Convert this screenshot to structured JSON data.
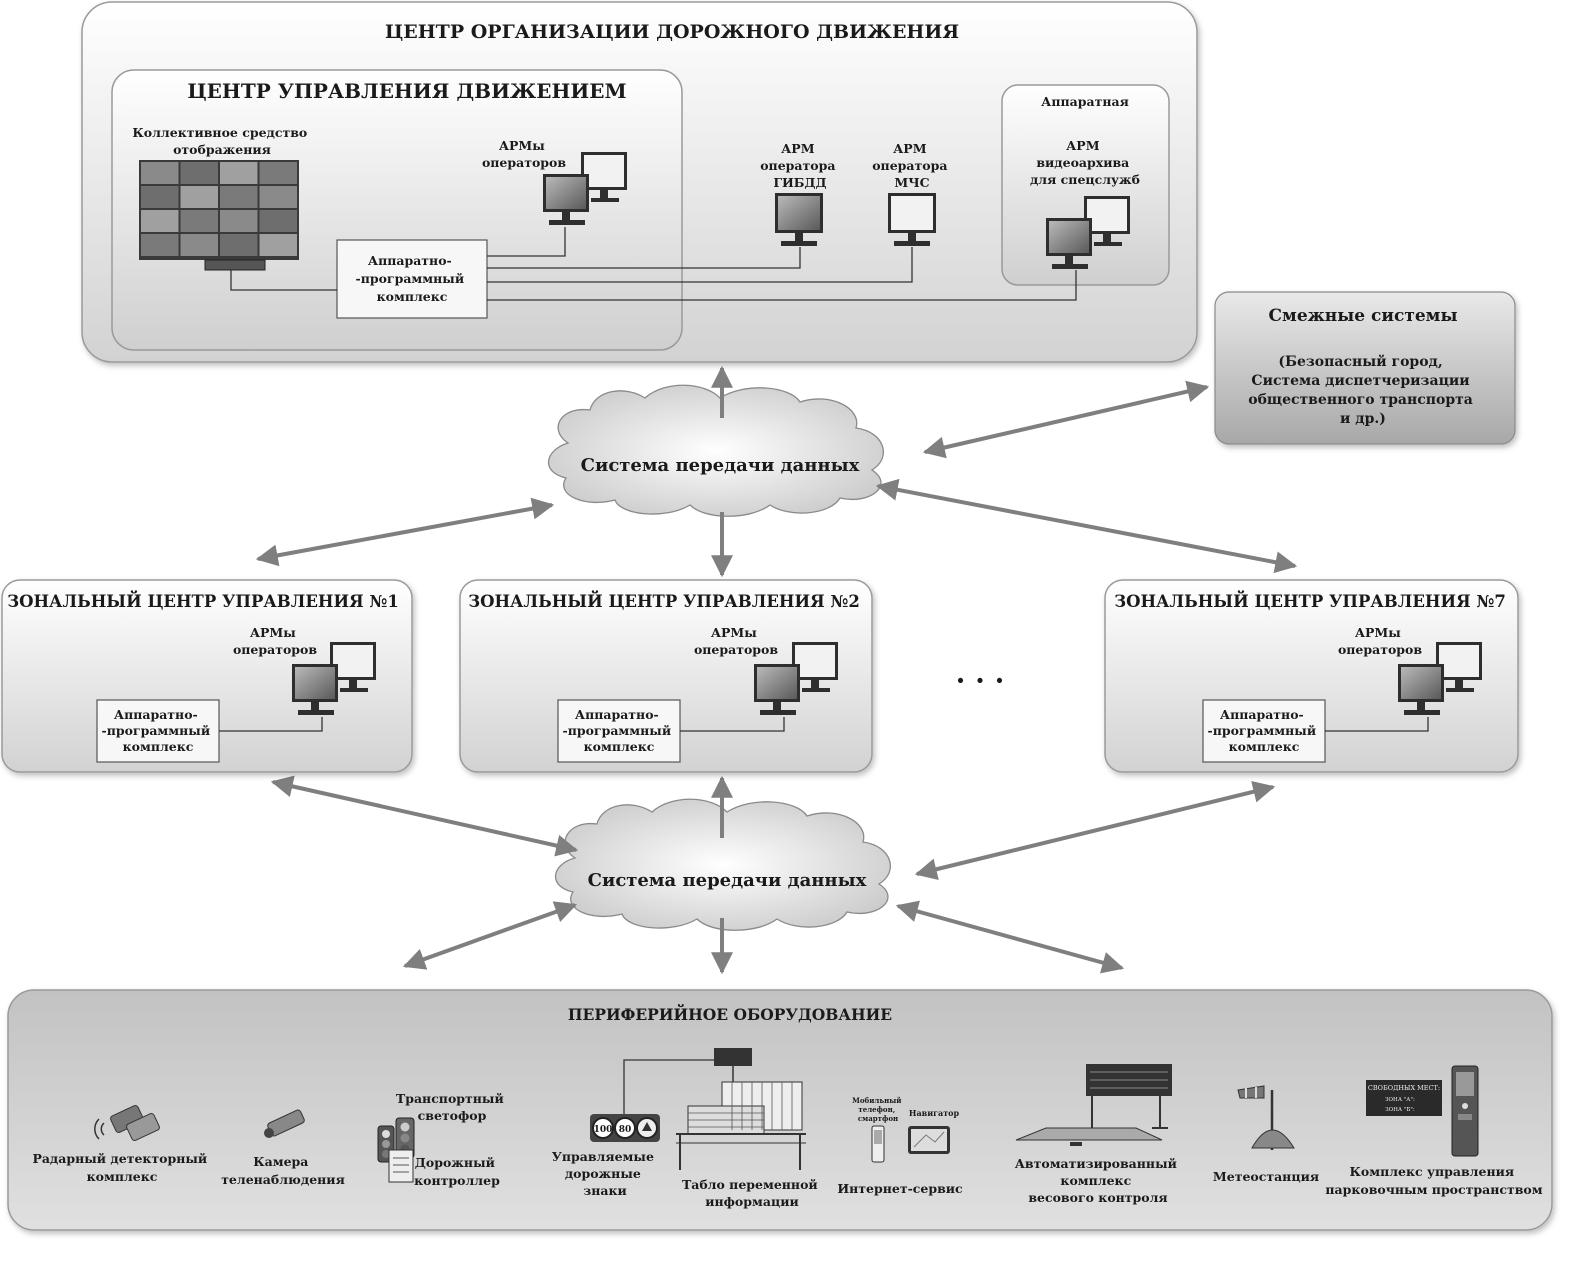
{
  "center": {
    "title": "ЦЕНТР ОРГАНИЗАЦИИ ДОРОЖНОГО ДВИЖЕНИЯ",
    "tmc": {
      "title": "ЦЕНТР УПРАВЛЕНИЯ ДВИЖЕНИЕМ",
      "display_label": [
        "Коллективное средство",
        "отображения"
      ],
      "operators_label": [
        "АРМы",
        "операторов"
      ],
      "hw_label": [
        "Аппаратно-",
        "-программный",
        "комплекс"
      ]
    },
    "gibdd_label": [
      "АРМ",
      "оператора",
      "ГИБДД"
    ],
    "mchs_label": [
      "АРМ",
      "оператора",
      "МЧС"
    ],
    "hardware_room": {
      "title": "Аппаратная",
      "label": [
        "АРМ",
        "видеоархива",
        "для спецслужб"
      ]
    }
  },
  "adjacent": {
    "title": "Смежные системы",
    "lines": [
      "(Безопасный город,",
      "Система диспетчеризации",
      "общественного транспорта",
      "и др.)"
    ]
  },
  "network_top": "Система передачи данных",
  "network_bottom": "Система передачи данных",
  "zones": [
    {
      "title": "ЗОНАЛЬНЫЙ  ЦЕНТР  УПРАВЛЕНИЯ №1",
      "operators": [
        "АРМы",
        "операторов"
      ],
      "hw": [
        "Аппаратно-",
        "-программный",
        "комплекс"
      ]
    },
    {
      "title": "ЗОНАЛЬНЫЙ  ЦЕНТР  УПРАВЛЕНИЯ №2",
      "operators": [
        "АРМы",
        "операторов"
      ],
      "hw": [
        "Аппаратно-",
        "-программный",
        "комплекс"
      ]
    },
    {
      "title": "ЗОНАЛЬНЫЙ  ЦЕНТР  УПРАВЛЕНИЯ №7",
      "operators": [
        "АРМы",
        "операторов"
      ],
      "hw": [
        "Аппаратно-",
        "-программный",
        "комплекс"
      ]
    }
  ],
  "ellipsis": "· · ·",
  "peripheral": {
    "title": "ПЕРИФЕРИЙНОЕ ОБОРУДОВАНИЕ",
    "radar": [
      "Радарный детекторный",
      "комплекс"
    ],
    "camera": [
      "Камера",
      "теленаблюдения"
    ],
    "traffic_light": [
      "Транспортный",
      "светофор"
    ],
    "controller": [
      "Дорожный",
      "контроллер"
    ],
    "signs": [
      "Управляемые",
      "дорожные",
      "знаки"
    ],
    "sign_values": [
      "100",
      "80"
    ],
    "vms": [
      "Табло переменной",
      "информации"
    ],
    "phone": [
      "Мобильный",
      "телефон,",
      "смартфон"
    ],
    "navigator": "Навигатор",
    "internet": "Интернет-сервис",
    "weigh": [
      "Автоматизированный",
      "комплекс",
      "весового контроля"
    ],
    "weather": "Метеостанция",
    "parking": [
      "Комплекс  управления",
      "парковочным пространством"
    ],
    "parking_board": [
      "СВОБОДНЫХ МЕСТ:",
      "ЗОНА \"А\":",
      "ЗОНА \"Б\":"
    ]
  }
}
